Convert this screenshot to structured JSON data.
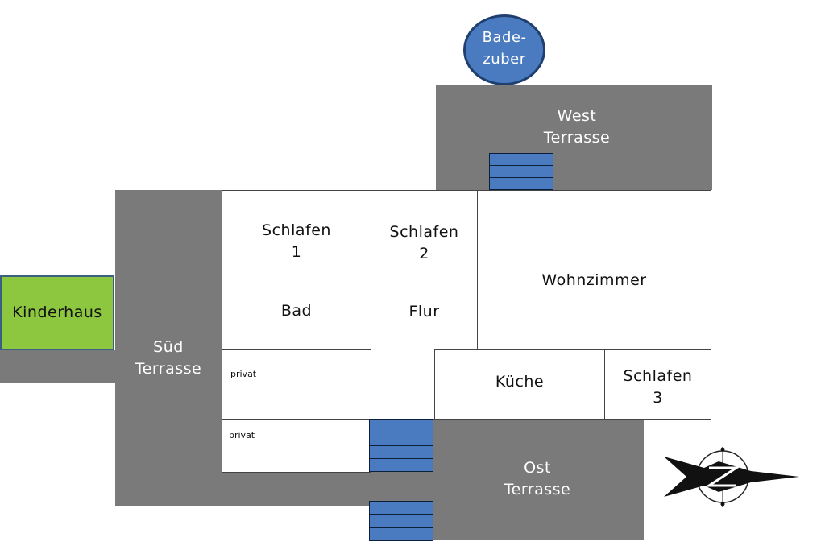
{
  "colors": {
    "terrace": "#7a7a7a",
    "stairs": "#4a7ac0",
    "kinderhaus": "#8dc63f",
    "badezuber": "#4a7ac0"
  },
  "labels": {
    "badezuber": "Bade-\nzuber",
    "west_terrasse": "West\nTerrasse",
    "sued_terrasse": "Süd\nTerrasse",
    "ost_terrasse": "Ost\nTerrasse",
    "kinderhaus": "Kinderhaus",
    "schlafen1": "Schlafen\n1",
    "schlafen2": "Schlafen\n2",
    "schlafen3": "Schlafen\n3",
    "wohnzimmer": "Wohnzimmer",
    "bad": "Bad",
    "flur": "Flur",
    "kueche": "Küche",
    "privat1": "privat",
    "privat2": "privat"
  },
  "icons": {
    "compass": "north-arrow-icon"
  }
}
